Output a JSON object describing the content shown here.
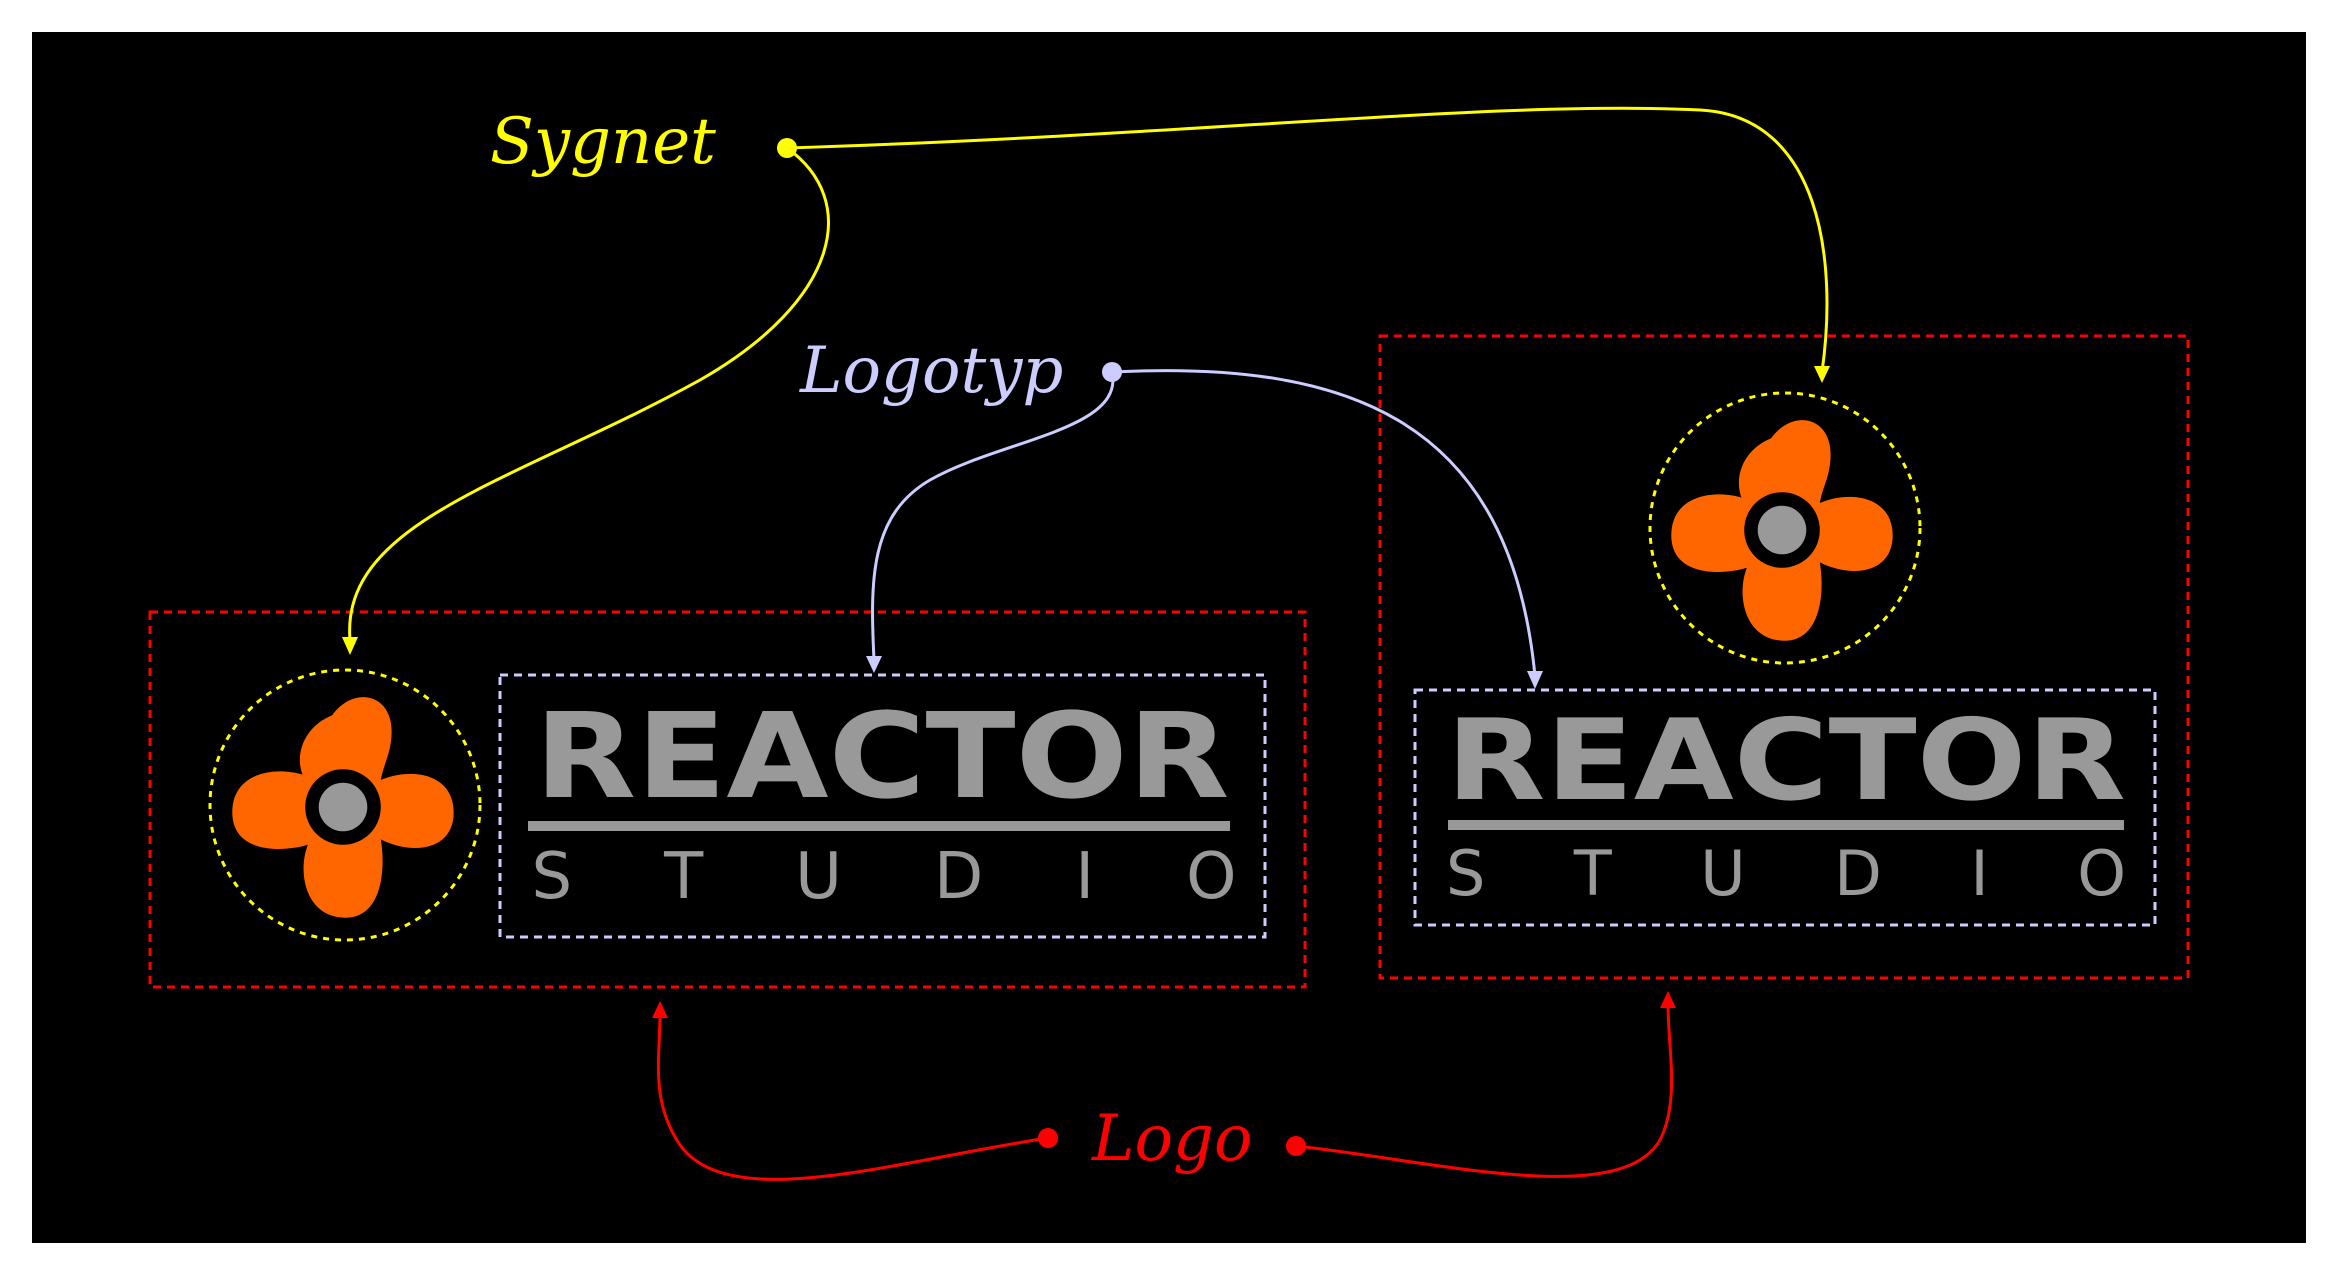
{
  "labels": {
    "sygnet": "Sygnet",
    "logotyp": "Logotyp",
    "logo": "Logo"
  },
  "wordmark": {
    "title": "REACTOR",
    "subtitle": "STUDIO"
  },
  "colors": {
    "background": "#000000",
    "frame": "#ffffff",
    "sygnet": "#ffff00",
    "logotyp": "#ccccff",
    "logo": "#ff0000",
    "symbol": "#ff6600",
    "text": "#999999"
  }
}
